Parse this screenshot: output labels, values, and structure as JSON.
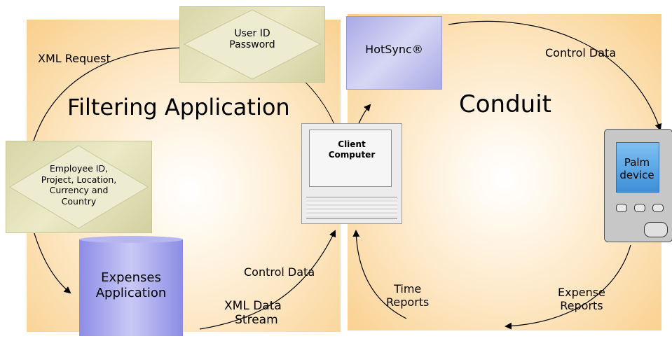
{
  "panels": {
    "left_title": "Filtering Application",
    "right_title": "Conduit"
  },
  "boxes": {
    "credentials_line1": "User ID",
    "credentials_line2": "Password",
    "employee_lines": [
      "Employee ID,",
      "Project, Location,",
      "Currency and",
      "Country"
    ],
    "expenses_line1": "Expenses",
    "expenses_line2": "Application",
    "hotsync": "HotSync®",
    "client_line1": "Client",
    "client_line2": "Computer",
    "palm_line1": "Palm",
    "palm_line2": "device"
  },
  "labels": {
    "xml_request": "XML Request",
    "control_data_left": "Control Data",
    "xml_data_stream_line1": "XML Data",
    "xml_data_stream_line2": "Stream",
    "control_data_right": "Control Data",
    "time_reports_line1": "Time",
    "time_reports_line2": "Reports",
    "expense_reports_line1": "Expense",
    "expense_reports_line2": "Reports"
  },
  "colors": {
    "panel_orange": "#f9cf8b",
    "olive_box": "#e3e1b8",
    "expenses_purple": "#9c9cee",
    "hotsync_purple": "#b3b3ea",
    "device_gray": "#bdbdbd",
    "palm_screen_blue": "#5fa8e8"
  }
}
